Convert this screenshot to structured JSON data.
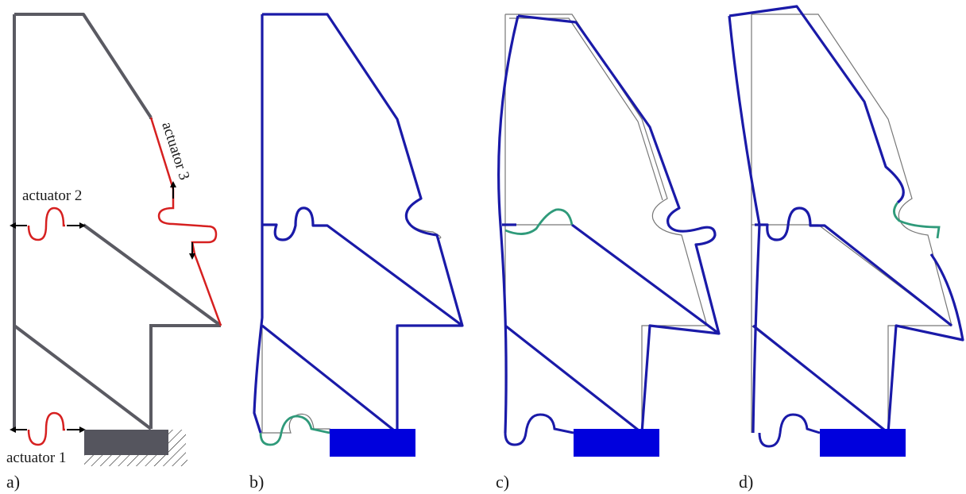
{
  "panels": [
    {
      "label": "a)"
    },
    {
      "label": "b)"
    },
    {
      "label": "c)"
    },
    {
      "label": "d)"
    }
  ],
  "actuators": {
    "a1": "actuator 1",
    "a2": "actuator 2",
    "a3": "actuator 3"
  },
  "colors": {
    "frame_gray": "#5a5a62",
    "actuator_red": "#d62020",
    "deformed_blue": "#1a1aa8",
    "flex_green": "#2f9a7a",
    "ground_block_gray": "#55555e",
    "ground_block_blue": "#0000dd",
    "undeformed_outline": "#777777"
  }
}
